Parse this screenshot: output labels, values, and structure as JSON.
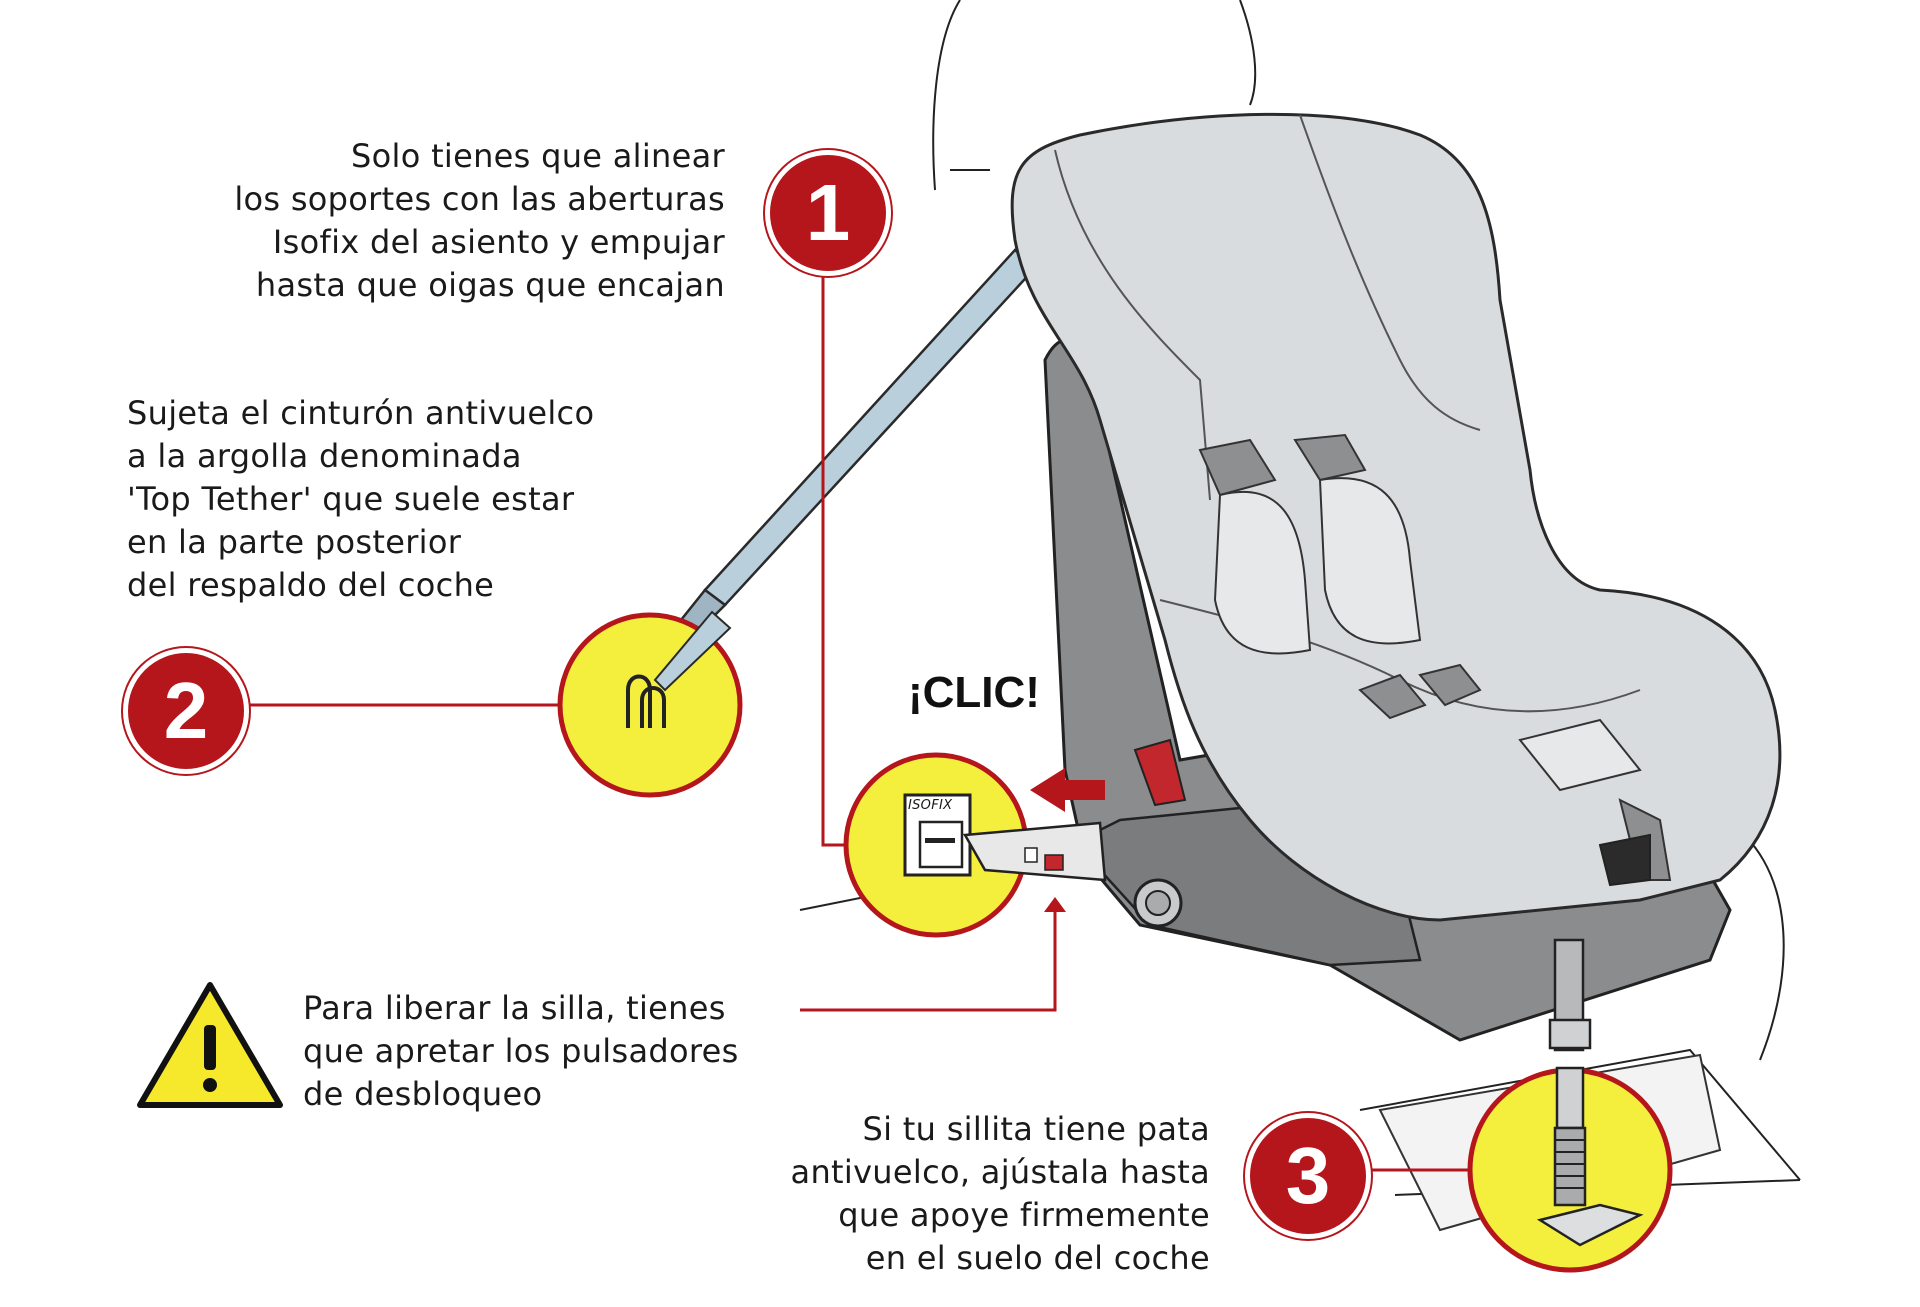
{
  "steps": [
    {
      "number": "1",
      "lines": [
        "Solo tienes que alinear",
        "los soportes con las aberturas",
        "Isofix del asiento y empujar",
        "hasta que oigas que encajan"
      ]
    },
    {
      "number": "2",
      "lines": [
        "Sujeta el cinturón antivuelco",
        "a la argolla denominada",
        "'Top Tether' que suele estar",
        "en la parte posterior",
        "del respaldo del coche"
      ]
    },
    {
      "number": "3",
      "lines": [
        "Si tu sillita tiene pata",
        "antivuelco, ajústala hasta",
        "que apoye firmemente",
        "en el suelo del coche"
      ]
    }
  ],
  "warning": {
    "lines": [
      "Para liberar la silla, tienes",
      "que apretar los pulsadores",
      "de desbloqueo"
    ]
  },
  "click_label": "¡CLIC!",
  "isofix_label": "ISOFIX",
  "colors": {
    "badge_red": "#b5161c",
    "callout_yellow": "#f4ef3c",
    "seat_gray": "#d9dcde",
    "base_gray": "#8a8c8e",
    "strap_blue": "#b9cfdc",
    "warning_yellow": "#f6e92c"
  }
}
